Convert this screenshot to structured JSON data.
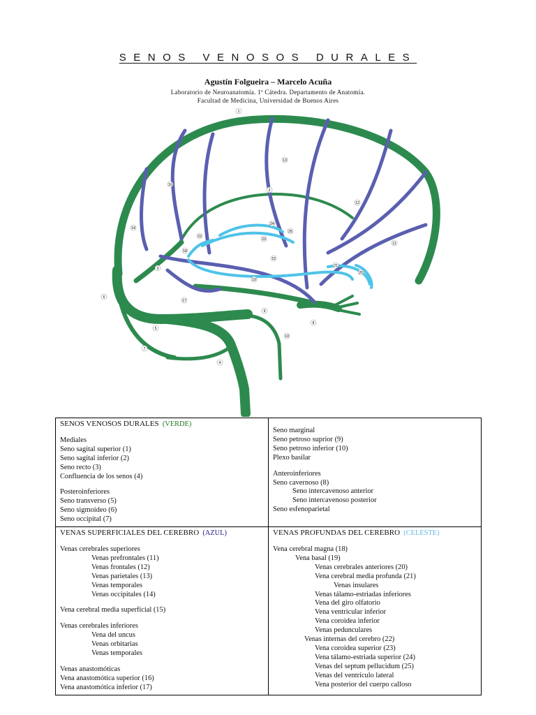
{
  "header": {
    "title": "SENOS VENOSOS DURALES",
    "authors": "Agustín Folgueira – Marcelo Acuña",
    "affiliation_1": "Laboratorio de Neuroanatomía. 1ª Cátedra. Departamento de Anatomía.",
    "affiliation_2": "Facultad de Medicina, Universidad de Buenos Aires"
  },
  "colors": {
    "sinus_green": "#2d8a4e",
    "superficial_blue": "#5a5fb0",
    "deep_cyan": "#4fc3e8",
    "verde_label": "#1f7a1f",
    "azul_label": "#1a1a8c",
    "celeste_label": "#63b8e8"
  },
  "figure_labels": [
    "1",
    "2",
    "3",
    "4",
    "5",
    "6",
    "7",
    "8",
    "9",
    "10",
    "11",
    "12",
    "13",
    "14",
    "15",
    "16",
    "17",
    "18",
    "19",
    "20",
    "21",
    "22",
    "23",
    "24",
    "25"
  ],
  "legend": {
    "senos": {
      "heading": "SENOS VENOSOS DURALES",
      "color_tag": "(VERDE)",
      "mediales_title": "Mediales",
      "mediales": [
        "Seno sagital superior (1)",
        "Seno sagital inferior (2)",
        "Seno recto (3)",
        "Confluencia de los senos (4)"
      ],
      "posteroinferiores_title": "Posteroinferiores",
      "posteroinferiores": [
        "Seno transverso (5)",
        "Seno sigmoideo (6)",
        "Seno occipital (7)"
      ],
      "right_top": [
        "Seno marginal",
        "Seno petroso suprior (9)",
        "Seno petroso inferior (10)",
        "Plexo basilar"
      ],
      "anteroinferiores_title": "Anteroinferiores",
      "cavernoso": "Seno cavernoso (8)",
      "cavernoso_sub": [
        "Seno intercavenoso anterior",
        "Seno intercavenoso posterior"
      ],
      "esfenoparietal": "Seno esfenoparietal"
    },
    "superficiales": {
      "heading": "VENAS SUPERFICIALES DEL CEREBRO",
      "color_tag": "(AZUL)",
      "superiores_title": "Venas cerebrales superiores",
      "superiores": [
        "Venas prefrontales (11)",
        "Venas frontales (12)",
        "Venas parietales (13)",
        "Venas temporales",
        "Venas occipitales (14)"
      ],
      "media": "Vena cerebral media superficial (15)",
      "inferiores_title": "Venas cerebrales inferiores",
      "inferiores": [
        "Vena del uncus",
        "Venas orbitarias",
        "Venas temporales"
      ],
      "anastomoticas_title": "Venas anastomóticas",
      "anastomoticas": [
        "Vena anastomótica superior (16)",
        "Vena anastomótica inferior (17)"
      ]
    },
    "profundas": {
      "heading": "VENAS PROFUNDAS DEL CEREBRO",
      "color_tag": "(CELESTE)",
      "magna": "Vena cerebral magna (18)",
      "basal": "Vena basal (19)",
      "basal_sub": [
        "Venas cerebrales anteriores (20)",
        "Vena cerebral media profunda (21)"
      ],
      "insulares": "Venas insulares",
      "basal_sub2": [
        "Venas tálamo-estriadas inferiores",
        "Vena del giro olfatorio",
        "Vena ventricular inferior",
        "Vena coroidea inferior",
        "Venas pedunculares"
      ],
      "internas": "Venas internas del cerebro (22)",
      "internas_sub": [
        "Vena coroidea superior (23)",
        "Vena tálamo-estriada superior (24)",
        "Venas del septum pellucidum (25)",
        "Venas del ventrículo lateral",
        "Vena posterior del cuerpo calloso"
      ]
    }
  }
}
